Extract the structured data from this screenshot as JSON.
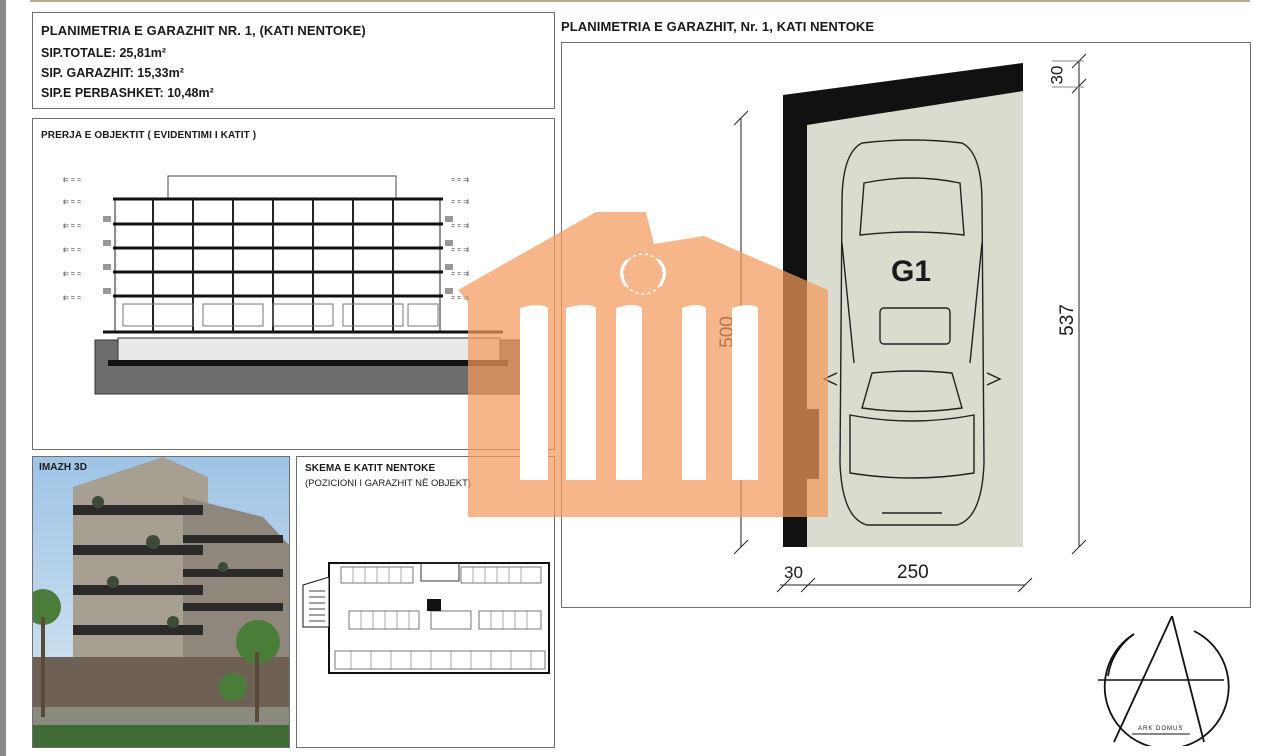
{
  "info": {
    "title": "PLANIMETRIA E GARAZHIT NR. 1, (KATI NENTOKE)",
    "total_area": "SIP.TOTALE: 25,81m²",
    "garage_area": "SIP. GARAZHIT: 15,33m²",
    "shared_area": "SIP.E PERBASHKET: 10,48m²"
  },
  "section": {
    "title": "PRERJA E OBJEKTIT ( EVIDENTIMI I KATIT )"
  },
  "render3d": {
    "title": "IMAZH 3D"
  },
  "scheme": {
    "title": "SKEMA E KATIT NENTOKE",
    "subtitle": "(POZICIONI I GARAZHIT NË OBJEKT)"
  },
  "plan": {
    "title": "PLANIMETRIA E GARAZHIT, Nr. 1, KATI NENTOKE",
    "space_label": "G1",
    "dim_depth_inner": "500",
    "dim_depth_total": "537",
    "dim_wall_top": "30",
    "dim_wall_side": "30",
    "dim_width": "250"
  },
  "logo": {
    "text": "ARK DOMUS"
  },
  "colors": {
    "floor_fill": "#d9dccf",
    "wall": "#111111",
    "watermark": "#f29a5c",
    "frame": "#6f6f6f"
  },
  "icons": {
    "watermark": "temple-watermark-icon",
    "logo": "ark-domus-logo-icon",
    "car": "car-topview-icon"
  }
}
